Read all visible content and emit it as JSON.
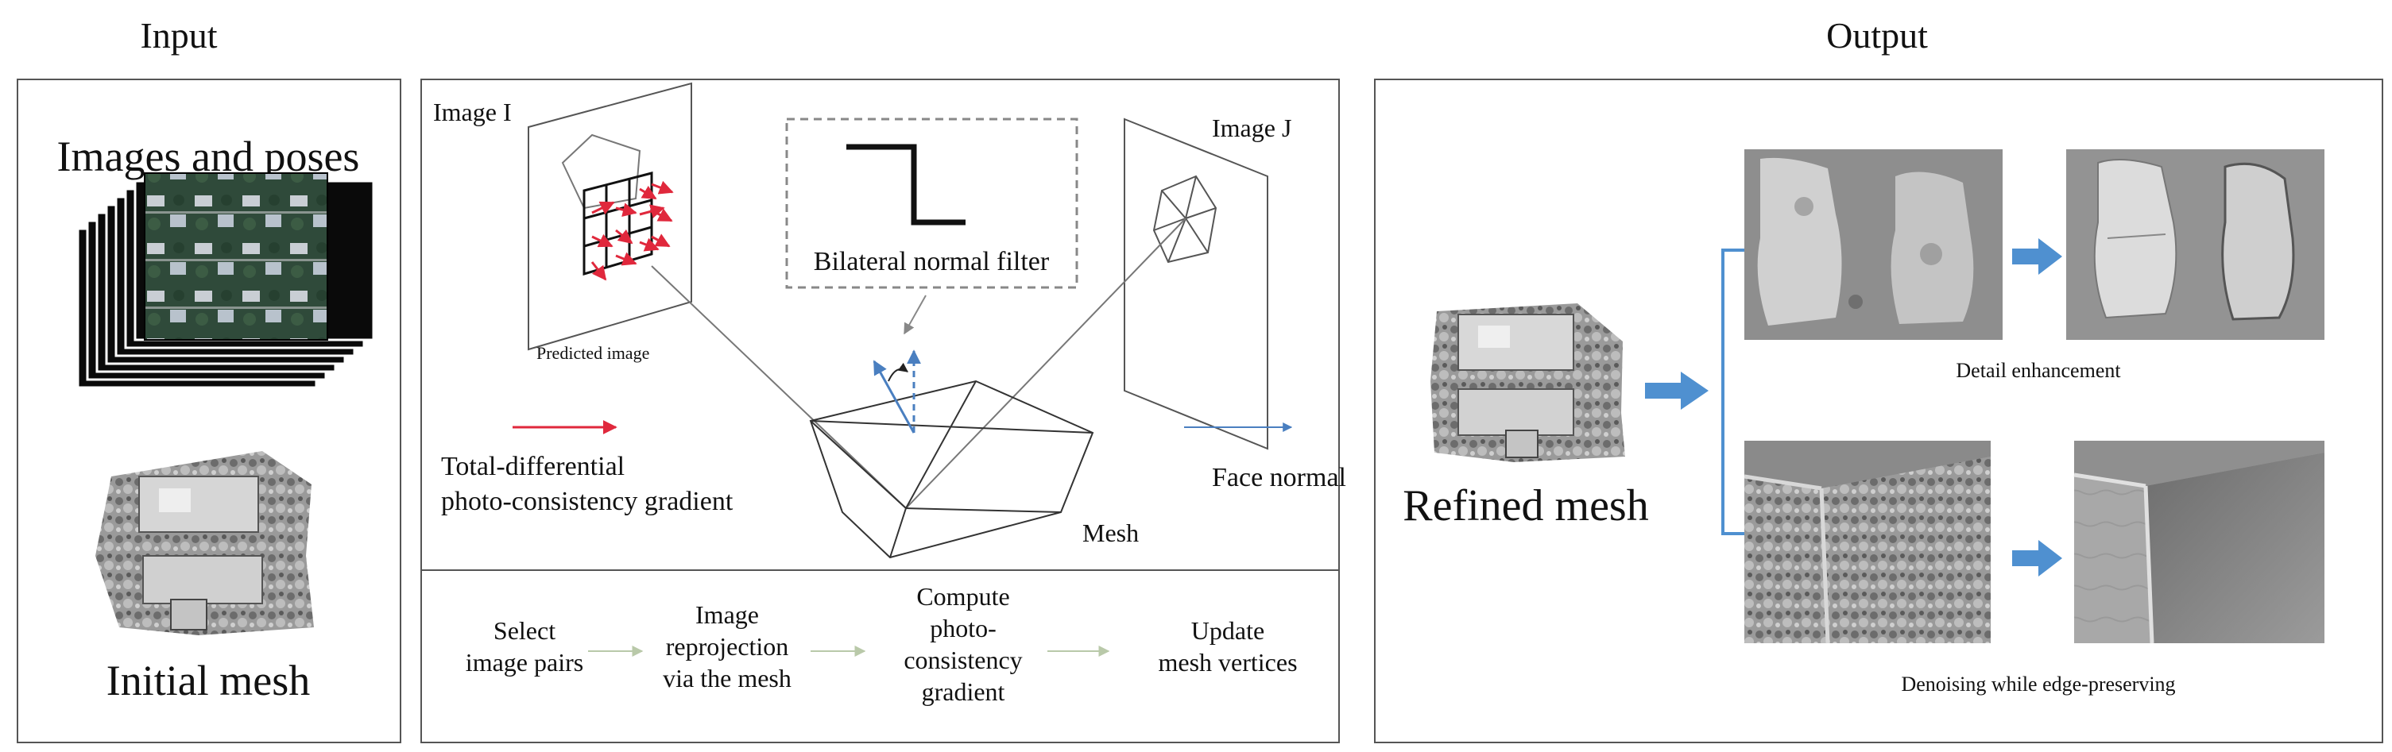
{
  "headers": {
    "input": "Input",
    "output": "Output"
  },
  "input_panel": {
    "images_label": "Images and poses",
    "mesh_label": "Initial mesh"
  },
  "middle_panel": {
    "image_i_label": "Image I",
    "image_j_label": "Image J",
    "predicted_label": "Predicted image",
    "filter_label": "Bilateral normal filter",
    "gradient_label_line1": "Total-differential",
    "gradient_label_line2": "photo-consistency gradient",
    "face_normal_label": "Face normal",
    "mesh_label": "Mesh",
    "steps": [
      {
        "lines": [
          "Select",
          "image pairs"
        ]
      },
      {
        "lines": [
          "Image",
          "reprojection",
          "via the mesh"
        ]
      },
      {
        "lines": [
          "Compute",
          "photo-",
          "consistency",
          "gradient"
        ]
      },
      {
        "lines": [
          "Update",
          "mesh vertices"
        ]
      }
    ]
  },
  "output_panel": {
    "refined_label": "Refined mesh",
    "detail_caption": "Detail enhancement",
    "denoise_caption": "Denoising while edge-preserving"
  },
  "colors": {
    "gradient_arrow": "#e0283c",
    "normal_arrow": "#4a7fc0",
    "flow_arrow": "#4f90d0",
    "step_arrow": "#b9c9a9",
    "frame": "#555555"
  }
}
